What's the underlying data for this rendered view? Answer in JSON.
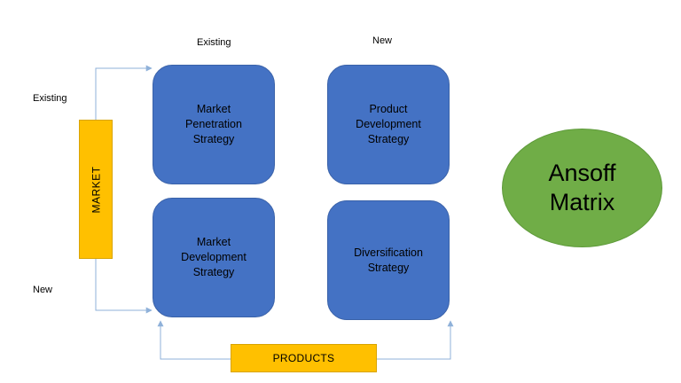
{
  "labels": {
    "top_existing": "Existing",
    "top_new": "New",
    "left_existing": "Existing",
    "left_new": "New"
  },
  "quadrants": {
    "top_left": "Market\nPenetration\nStrategy",
    "top_right": "Product\nDevelopment\nStrategy",
    "bottom_left": "Market\nDevelopment\nStrategy",
    "bottom_right": "Diversification\nStrategy"
  },
  "axes": {
    "market": "MARKET",
    "products": "PRODUCTS"
  },
  "title": "Ansoff\nMatrix",
  "colors": {
    "quadrant_fill": "#4472c4",
    "bar_fill": "#ffc000",
    "title_fill": "#70ad47",
    "connector": "#8fb1d9"
  }
}
